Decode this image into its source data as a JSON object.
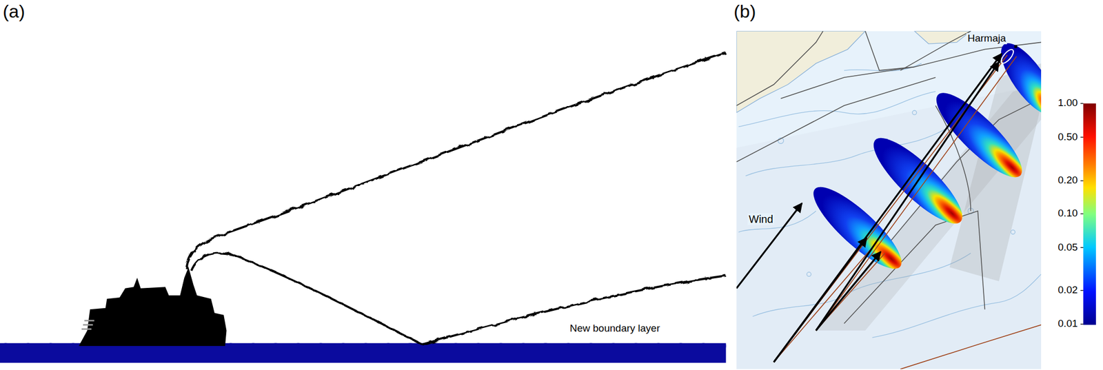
{
  "diagram": {
    "labels": [
      "(a)",
      "New boundary layer",
      "(b)",
      "Harmaja",
      "Wind",
      "1.00",
      "0.50",
      "0.20",
      "0.10",
      "0.05",
      "0.02",
      "0.01"
    ]
  }
}
